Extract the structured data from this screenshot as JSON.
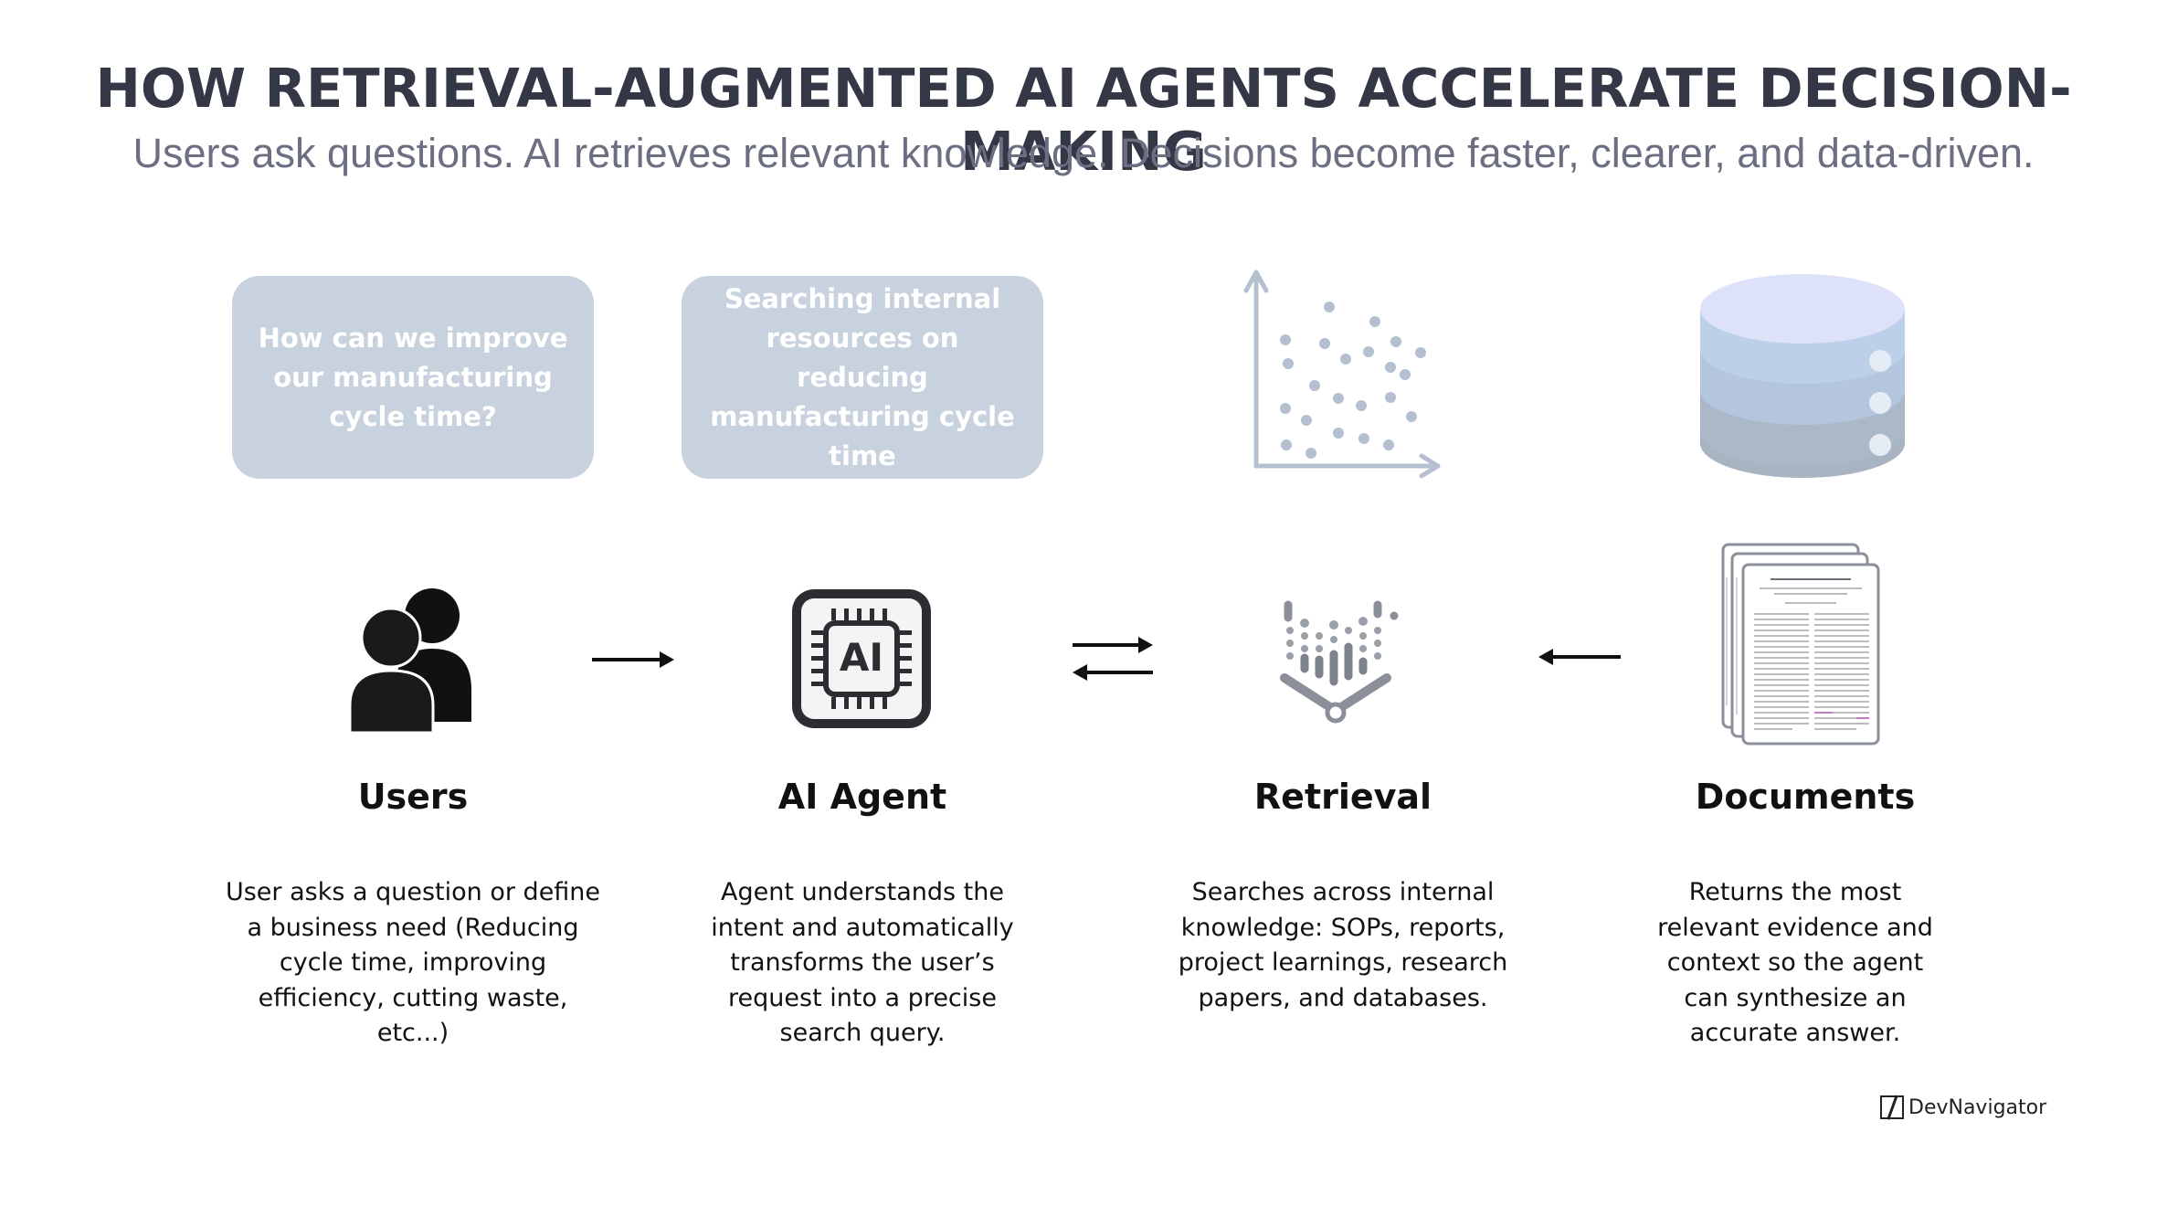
{
  "header": {
    "title": "HOW RETRIEVAL-AUGMENTED AI AGENTS ACCELERATE DECISION-MAKING",
    "subtitle": "Users ask questions. AI retrieves relevant knowledge. Decisions become faster, clearer, and data-driven."
  },
  "bubbles": {
    "question": "How can we improve our manufacturing cycle time?",
    "searching": "Searching internal resources on reducing manufacturing cycle time"
  },
  "icons": {
    "scatter": "scatter-plot-icon",
    "database": "database-icon",
    "users": "users-icon",
    "ai_chip": "ai-chip-icon",
    "ai_chip_label": "AI",
    "retrieval": "retrieval-funnel-icon",
    "documents": "documents-stack-icon"
  },
  "arrows": {
    "users_to_agent": "right",
    "agent_retrieval": "bidirectional",
    "documents_to_retrieval": "left"
  },
  "steps": [
    {
      "heading": "Users",
      "description": "User asks a question or define a business need (Reducing cycle time, improving efficiency, cutting waste, etc...)"
    },
    {
      "heading": "AI Agent",
      "description": "Agent understands the intent and automatically transforms the user’s request into a precise search query."
    },
    {
      "heading": "Retrieval",
      "description": "Searches across internal knowledge: SOPs, reports, project learnings, research papers, and databases."
    },
    {
      "heading": "Documents",
      "description": "Returns the most relevant evidence and context so the agent can synthesize an accurate answer."
    }
  ],
  "brand": {
    "name": "DevNavigator"
  },
  "colors": {
    "title": "#343746",
    "subtitle": "#6c6e82",
    "bubble": "#c8d2df",
    "icon_muted": "#b4c0d0",
    "dark": "#111111"
  }
}
